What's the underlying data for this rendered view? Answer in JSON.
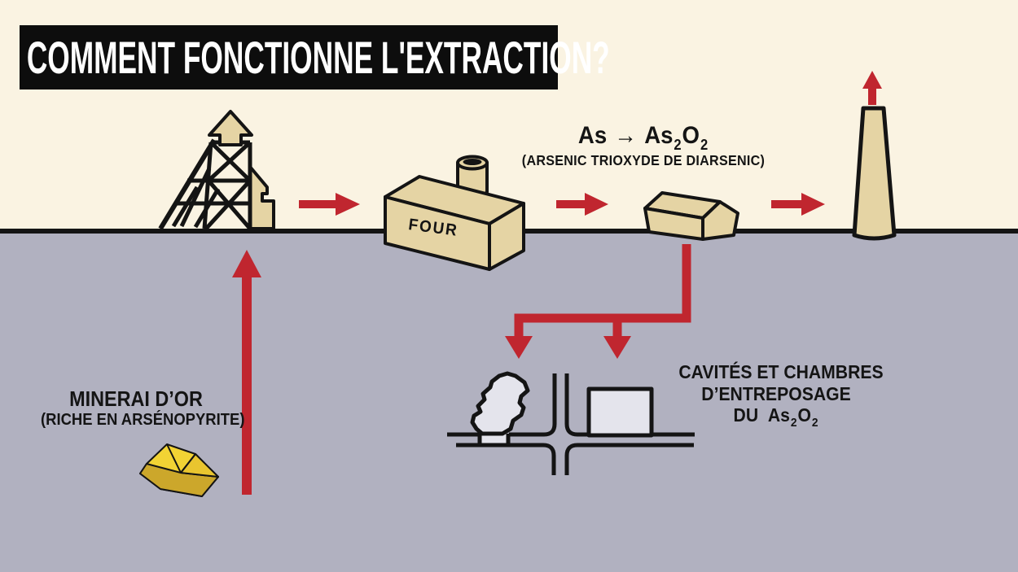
{
  "title": "COMMENT FONCTIONNE L'EXTRACTION?",
  "flow": {
    "furnace_label": "FOUR",
    "reaction": {
      "reactant": "As",
      "arrow": "→",
      "product_as": "As",
      "product_sub_1": "2",
      "product_o": "O",
      "product_sub_2": "2",
      "caption": "(ARSENIC TRIOXYDE DE DIARSENIC)"
    }
  },
  "ore_label": {
    "title": "MINERAI D’OR",
    "subtitle": "(RICHE EN ARSÉNOPYRITE)"
  },
  "storage_label": {
    "line1": "CAVITÉS ET CHAMBRES",
    "line2": "D’ENTREPOSAGE",
    "line3_prefix": "DU",
    "formula_as": "As",
    "formula_sub_1": "2",
    "formula_o": "O",
    "formula_sub_2": "2"
  },
  "icons": {
    "mine_headframe": "truss-tower-with-up-block-arrow",
    "furnace": "isometric-box-with-chimney-pipe",
    "condenser_building": "isometric-low-shed",
    "smokestack": "tapered-chimney",
    "emission_arrow": "small-red-up-arrow",
    "flow_arrows": "red-right-arrows",
    "ore_up_arrow": "long-red-up-arrow",
    "storage_flow_arrow": "red-elbow-with-two-down-arrowheads",
    "gold_nugget": "faceted-gold-rock",
    "underground_cavity": "irregular-cavern-blob",
    "storage_chamber": "rectangular-chamber",
    "tunnels": "cross-shaped-mine-tunnels"
  },
  "colors": {
    "background_sky": "#FAF3E2",
    "background_ground": "#B1B1C0",
    "outline": "#141414",
    "accent_red": "#C0262F",
    "building_tan": "#E5D4A4",
    "gold_bright": "#F2D334",
    "gold_mid": "#E9C52F",
    "gold_dark": "#CCA72B",
    "cavity_fill": "#E4E4EC",
    "title_bg": "#0D0D0D",
    "title_text": "#FFFFFF"
  }
}
